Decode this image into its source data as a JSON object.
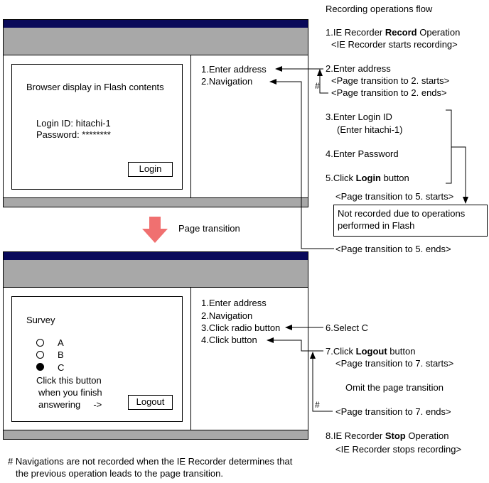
{
  "heading": "Recording operations flow",
  "screen1": {
    "content_title": "Browser display in Flash contents",
    "login_id": "Login ID: hitachi-1",
    "password": "Password: ********",
    "login_button": "Login",
    "ops": [
      "1.Enter address",
      "2.Navigation"
    ]
  },
  "transition_label": "Page transition",
  "screen2": {
    "survey_title": "Survey",
    "options": [
      {
        "label": "A",
        "selected": false
      },
      {
        "label": "B",
        "selected": false
      },
      {
        "label": "C",
        "selected": true
      }
    ],
    "instruction_lines": [
      "Click this button",
      "when you finish",
      "answering     ->"
    ],
    "logout_button": "Logout",
    "ops": [
      "1.Enter address",
      "2.Navigation",
      "3.Click radio button",
      "4.Click button"
    ]
  },
  "flow": {
    "s1_pre": "1.IE Recorder ",
    "s1_bold": "Record",
    "s1_post": " Operation",
    "s1_sub": "<IE Recorder starts recording>",
    "s2": "2.Enter address",
    "s2_start": "<Page transition to 2. starts>",
    "s2_end": "<Page transition to 2. ends>",
    "s3": "3.Enter Login ID",
    "s3_sub": "(Enter hitachi-1)",
    "s4": "4.Enter Password",
    "s5_pre": "5.Click ",
    "s5_bold": "Login",
    "s5_post": " button",
    "s5_start": "<Page transition to 5. starts>",
    "not_recorded": "Not recorded due to operations performed in Flash",
    "s5_end": "<Page transition to 5. ends>",
    "s6": "6.Select C",
    "s7_pre": "7.Click ",
    "s7_bold": "Logout",
    "s7_post": " button",
    "s7_start": "<Page transition to 7. starts>",
    "omit": "Omit the page transition",
    "s7_end": "<Page transition to 7. ends>",
    "s8_pre": "8.IE Recorder ",
    "s8_bold": "Stop",
    "s8_post": " Operation",
    "s8_sub": "<IE Recorder stops recording>",
    "hash": "#"
  },
  "footnote_line1": "# Navigations are not recorded when the IE Recorder determines that",
  "footnote_line2": "the previous operation leads to the page transition.",
  "colors": {
    "titlebar": "#0a0a5a",
    "toolbar": "#a8a8a8",
    "arrow": "#f07070"
  }
}
